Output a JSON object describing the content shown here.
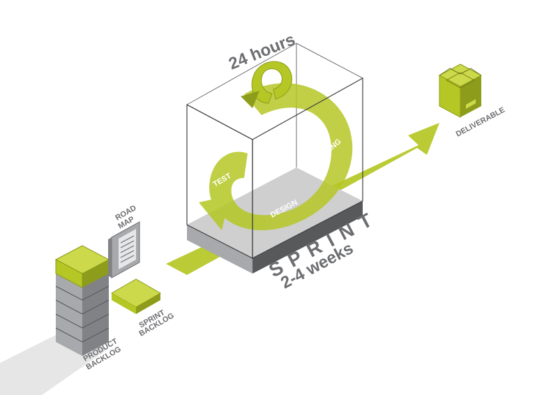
{
  "diagram": {
    "cycle_label": "24 hours",
    "sprint_label": "SPRINT",
    "sprint_duration": "2-4 weeks",
    "phases": {
      "design": "DESIGN",
      "coding": "CODING",
      "test": "TEST"
    },
    "artifacts": {
      "road_map_line1": "ROAD",
      "road_map_line2": "MAP",
      "product_backlog_line1": "PRODUCT",
      "product_backlog_line2": "BACKLOG",
      "sprint_backlog_line1": "SPRINT",
      "sprint_backlog_line2": "BACKLOG",
      "deliverable": "DELIVERABLE"
    },
    "colors": {
      "accent": "#b5c724",
      "accent_dark": "#8e9c1b",
      "accent_light": "#cbd94a",
      "gray": "#6d6e71",
      "gray_light": "#a7a9ac",
      "gray_dark": "#58595b"
    }
  }
}
